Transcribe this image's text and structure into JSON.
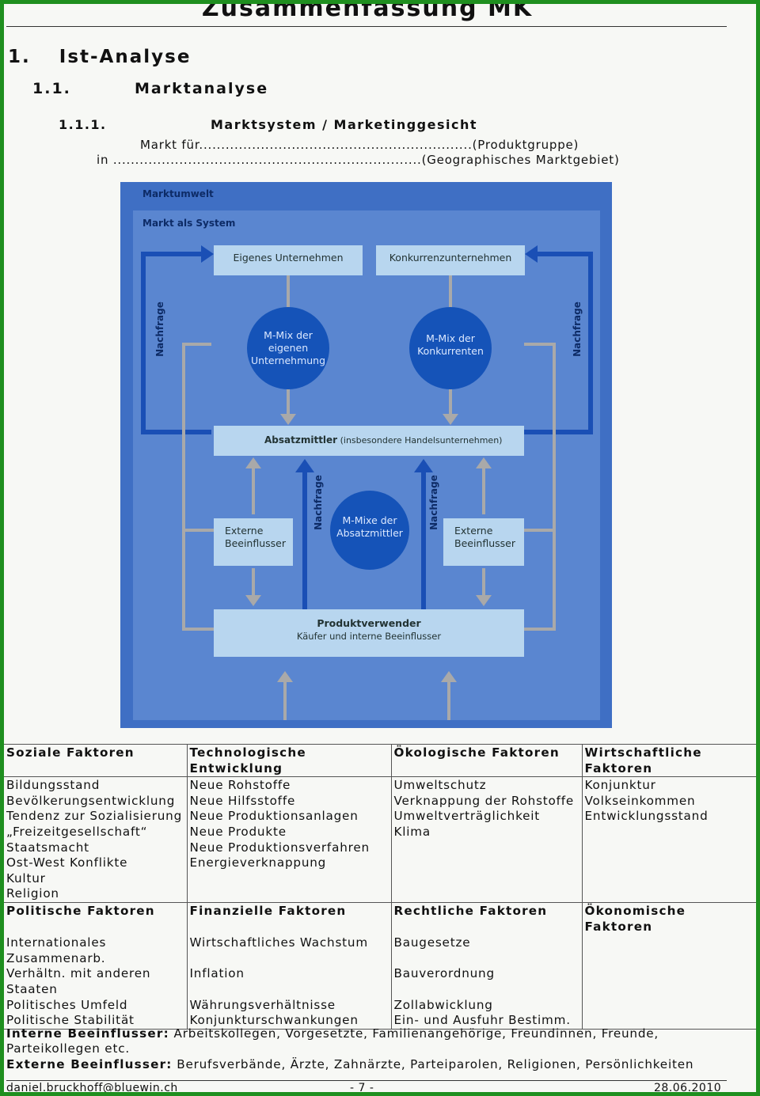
{
  "document": {
    "title": "Zusammenfassung MK",
    "h1_number": "1.",
    "h1_label": "Ist-Analyse",
    "h2_number": "1.1.",
    "h2_label": "Marktanalyse",
    "h3_number": "1.1.1.",
    "h3_label": "Marktsystem / Marketinggesicht",
    "markt_line": "Markt für..............................................................(Produktgruppe)",
    "in_line": "in ......................................................................(Geographisches Marktgebiet)"
  },
  "diagram": {
    "outer_label": "Marktumwelt",
    "inner_label": "Markt als System",
    "box_own": "Eigenes Unternehmen",
    "box_competitor": "Konkurrenzunternehmen",
    "circle_own": [
      "M-Mix der",
      "eigenen",
      "Unternehmung"
    ],
    "circle_competitor": [
      "M-Mix der",
      "Konkurrenten"
    ],
    "box_channel_bold": "Absatzmittler",
    "box_channel_rest": " (insbesondere Handelsunternehmen)",
    "box_external_left": [
      "Externe",
      "Beeinflusser"
    ],
    "box_external_right": [
      "Externe",
      "Beeinflusser"
    ],
    "circle_channel": [
      "M-Mixe der",
      "Absatzmittler"
    ],
    "box_user_title": "Produktverwender",
    "box_user_sub": "Käufer und interne Beeinflusser",
    "demand_label": "Nachfrage"
  },
  "factors": {
    "row1": [
      {
        "header": [
          "Soziale Faktoren"
        ],
        "items": [
          "Bildungsstand",
          "Bevölkerungsentwicklung",
          "Tendenz zur Sozialisierung",
          "„Freizeitgesellschaft“",
          "Staatsmacht",
          "Ost-West Konflikte",
          "Kultur",
          "Religion"
        ]
      },
      {
        "header": [
          "Technologische",
          "Entwicklung"
        ],
        "items": [
          "Neue Rohstoffe",
          "Neue Hilfsstoffe",
          "Neue Produktionsanlagen",
          "Neue Produkte",
          "Neue Produktionsverfahren",
          "Energieverknappung"
        ]
      },
      {
        "header": [
          "Ökologische Faktoren"
        ],
        "items": [
          "Umweltschutz",
          "Verknappung der Rohstoffe",
          "Umweltverträglichkeit",
          "Klima"
        ]
      },
      {
        "header": [
          "Wirtschaftliche",
          "Faktoren"
        ],
        "items": [
          "Konjunktur",
          "Volkseinkommen",
          "Entwicklungsstand"
        ]
      }
    ],
    "row2": [
      {
        "header": [
          "Politische Faktoren"
        ],
        "items": [
          "Internationales",
          "Zusammenarb.",
          "Verhältn. mit anderen",
          "Staaten",
          "Politisches Umfeld",
          "Politische Stabilität"
        ]
      },
      {
        "header": [
          "Finanzielle Faktoren"
        ],
        "items": [
          "Wirtschaftliches Wachstum",
          "",
          "Inflation",
          "",
          "Währungsverhältnisse",
          "Konjunkturschwankungen"
        ]
      },
      {
        "header": [
          "Rechtliche Faktoren"
        ],
        "items": [
          "Baugesetze",
          "",
          "Bauverordnung",
          "",
          "Zollabwicklung",
          "Ein- und Ausfuhr Bestimm."
        ]
      },
      {
        "header": [
          "Ökonomische Faktoren"
        ],
        "items": []
      }
    ]
  },
  "notes": {
    "internal_label": "Interne Beeinflusser:",
    "internal_text": " Arbeitskollegen, Vorgesetzte, Familienangehörige, Freundinnen, Freunde,",
    "internal_text2": "Parteikollegen etc.",
    "external_label": "Externe Beeinflusser:",
    "external_text": " Berufsverbände, Ärzte, Zahnärzte, Parteiparolen, Religionen, Persönlichkeiten"
  },
  "footer": {
    "email": "daniel.bruckhoff@bluewin.ch",
    "page": "- 7 -",
    "date": "28.06.2010"
  },
  "colors": {
    "frame_green": "#1f8f1f",
    "diagram_blue": "#3f6fc4",
    "inner_blue": "#5a86d0",
    "box_fill": "#b8d6ef",
    "circle_fill": "#1553b8",
    "arrow_dark_blue": "#1a4fb5",
    "arrow_gray": "#a9a9a9"
  }
}
